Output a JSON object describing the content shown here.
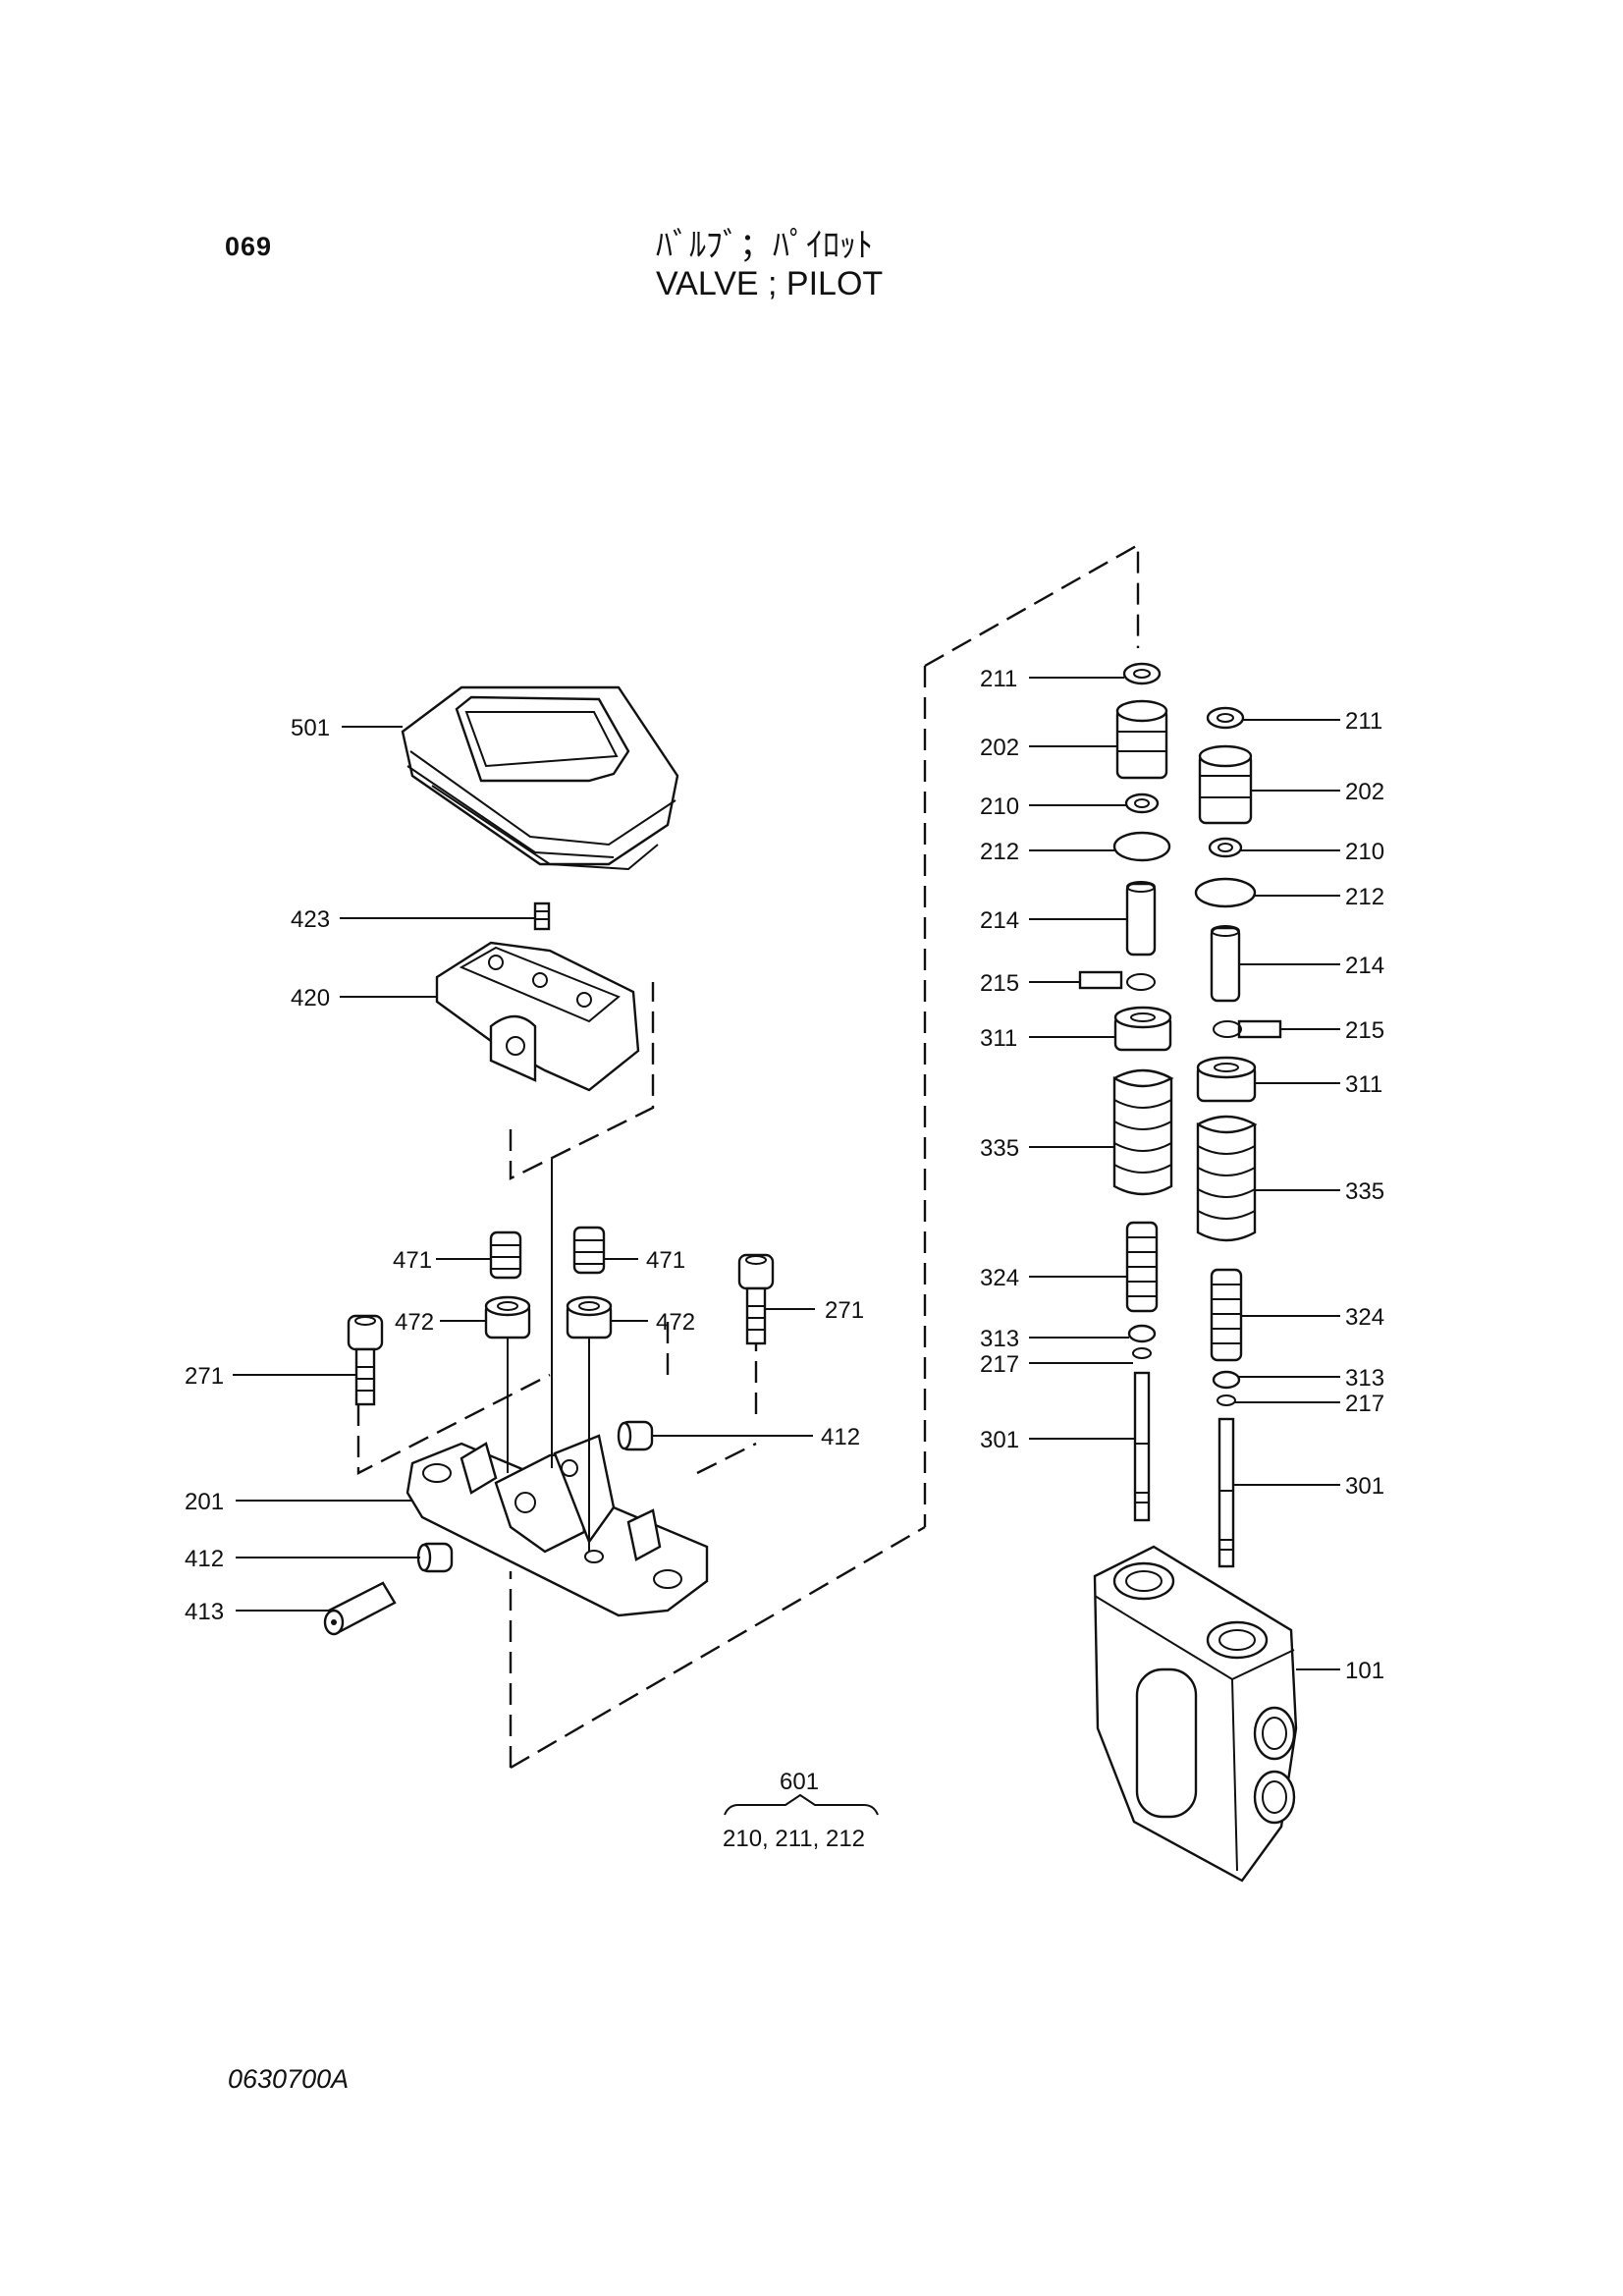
{
  "header": {
    "page_code": "069",
    "title_jp": "ﾊﾞﾙﾌﾞ；ﾊﾟｲﾛｯﾄ",
    "title_en": "VALVE ; PILOT"
  },
  "footer": {
    "drawing_number": "0630700A"
  },
  "kit": {
    "number": "601",
    "contents": "210, 211, 212"
  },
  "callouts": {
    "c501": "501",
    "c423": "423",
    "c420": "420",
    "c471a": "471",
    "c471b": "471",
    "c472a": "472",
    "c472b": "472",
    "c271a": "271",
    "c271b": "271",
    "c412a": "412",
    "c412b": "412",
    "c201": "201",
    "c413": "413",
    "c211a": "211",
    "c202a": "202",
    "c210a": "210",
    "c212a": "212",
    "c214a": "214",
    "c215a": "215",
    "c311a": "311",
    "c335a": "335",
    "c324a": "324",
    "c313a": "313",
    "c217a": "217",
    "c301a": "301",
    "c211b": "211",
    "c202b": "202",
    "c210b": "210",
    "c212b": "212",
    "c214b": "214",
    "c215b": "215",
    "c311b": "311",
    "c335b": "335",
    "c324b": "324",
    "c313b": "313",
    "c217b": "217",
    "c301b": "301",
    "c101": "101"
  }
}
